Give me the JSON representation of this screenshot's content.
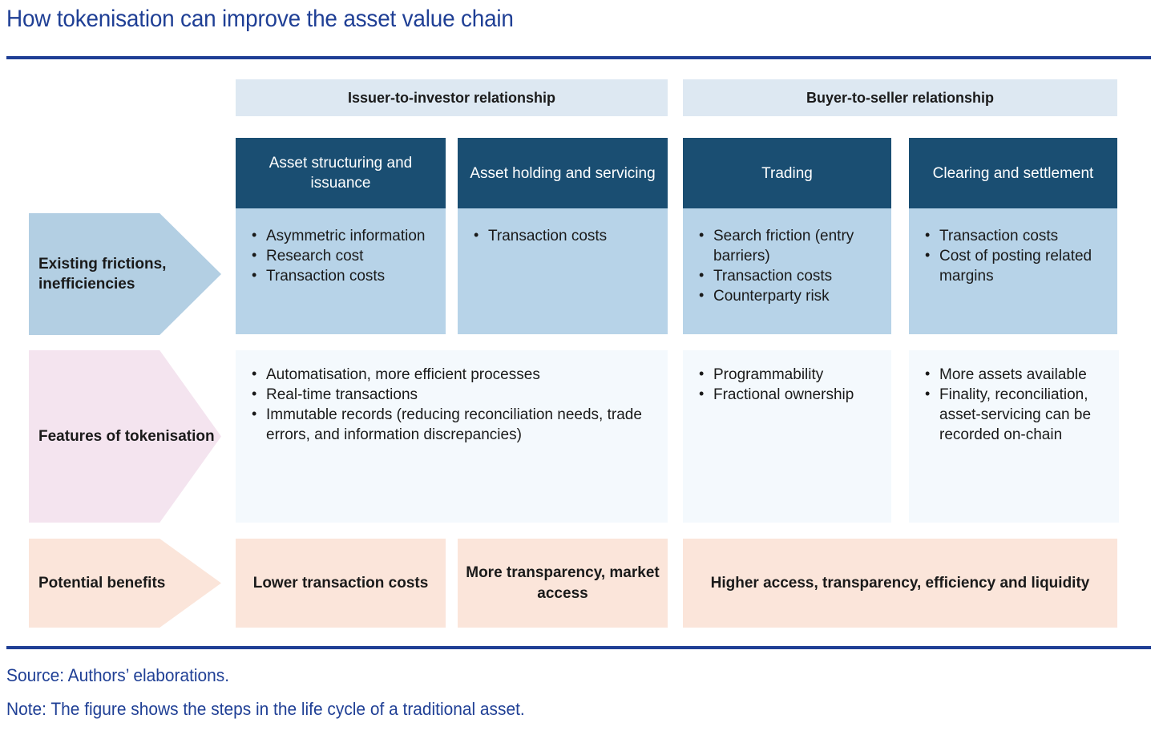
{
  "title": "How tokenisation can improve the asset value chain",
  "colors": {
    "brand_blue": "#1f3f95",
    "header_navy": "#1a4e72",
    "group_band": "#dde8f2",
    "row1_fill": "#b7d3e8",
    "row1_arrow": "#b3cfe3",
    "row2_fill": "#f4f9fd",
    "row2_arrow": "#f4e4ef",
    "row3_fill": "#fbe5da"
  },
  "groups": [
    {
      "label": "Issuer-to-investor relationship"
    },
    {
      "label": "Buyer-to-seller relationship"
    }
  ],
  "columns": [
    {
      "label": "Asset structuring and issuance"
    },
    {
      "label": "Asset holding and servicing"
    },
    {
      "label": "Trading"
    },
    {
      "label": "Clearing and settlement"
    }
  ],
  "rows": [
    {
      "arrow_label": "Existing frictions, inefficiencies",
      "cells": {
        "c1": [
          "Asymmetric information",
          "Research cost",
          "Transaction costs"
        ],
        "c2": [
          "Transaction costs"
        ],
        "c3": [
          "Search friction (entry barriers)",
          "Transaction costs",
          "Counterparty risk"
        ],
        "c4": [
          "Transaction costs",
          "Cost of posting related margins"
        ]
      }
    },
    {
      "arrow_label": "Features of tokenisation",
      "cells": {
        "left_span": [
          "Automatisation, more efficient processes",
          "Real-time transactions",
          "Immutable records (reducing reconciliation needs, trade errors, and information discrepancies)"
        ],
        "c3": [
          "Programmability",
          "Fractional ownership"
        ],
        "c4": [
          "More assets available",
          "Finality, reconciliation, asset-servicing can be recorded on-chain"
        ]
      }
    },
    {
      "arrow_label": "Potential benefits",
      "cells": {
        "c1": "Lower transaction costs",
        "c2": "More transparency, market access",
        "right_span": "Higher access, transparency, efficiency and liquidity"
      }
    }
  ],
  "footer": {
    "source": "Source: Authors’ elaborations.",
    "note": "Note: The figure shows the steps in the life cycle of a traditional asset."
  }
}
